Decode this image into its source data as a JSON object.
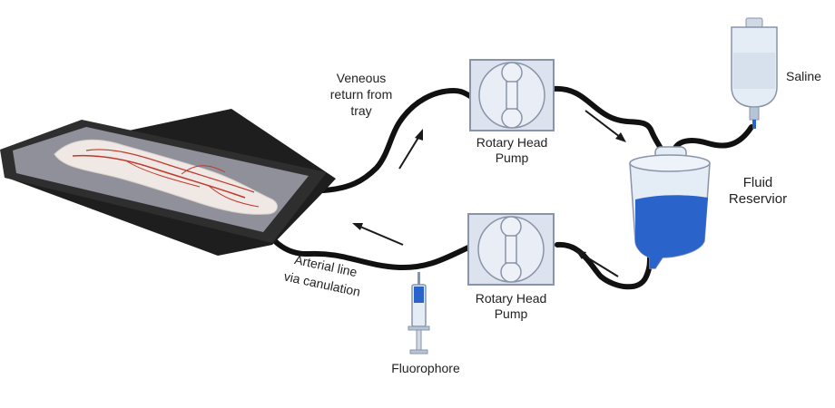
{
  "labels": {
    "venous_line1": "Veneous",
    "venous_line2": "return from",
    "venous_line3": "tray",
    "pump_top_line1": "Rotary Head",
    "pump_top_line2": "Pump",
    "pump_bottom_line1": "Rotary Head",
    "pump_bottom_line2": "Pump",
    "saline": "Saline",
    "reservoir_line1": "Fluid",
    "reservoir_line2": "Reservior",
    "arterial_line1": "Arterial line",
    "arterial_line2": "via canulation",
    "fluorophore": "Fluorophore"
  },
  "colors": {
    "tube": "#111111",
    "tray_frame": "#2b2b2b",
    "tray_surface": "#8f9099",
    "pump_fill": "#dde3ee",
    "pump_stroke": "#8a94a8",
    "reservoir_fluid": "#2a63c9",
    "reservoir_glass": "#e4ecf6",
    "vessels": "#c0392b"
  },
  "icons": {
    "tray": "perfusion-tray-icon",
    "pump": "rotary-pump-icon",
    "saline_bag": "iv-bag-icon",
    "reservoir": "fluid-reservoir-icon",
    "syringe": "syringe-icon"
  }
}
